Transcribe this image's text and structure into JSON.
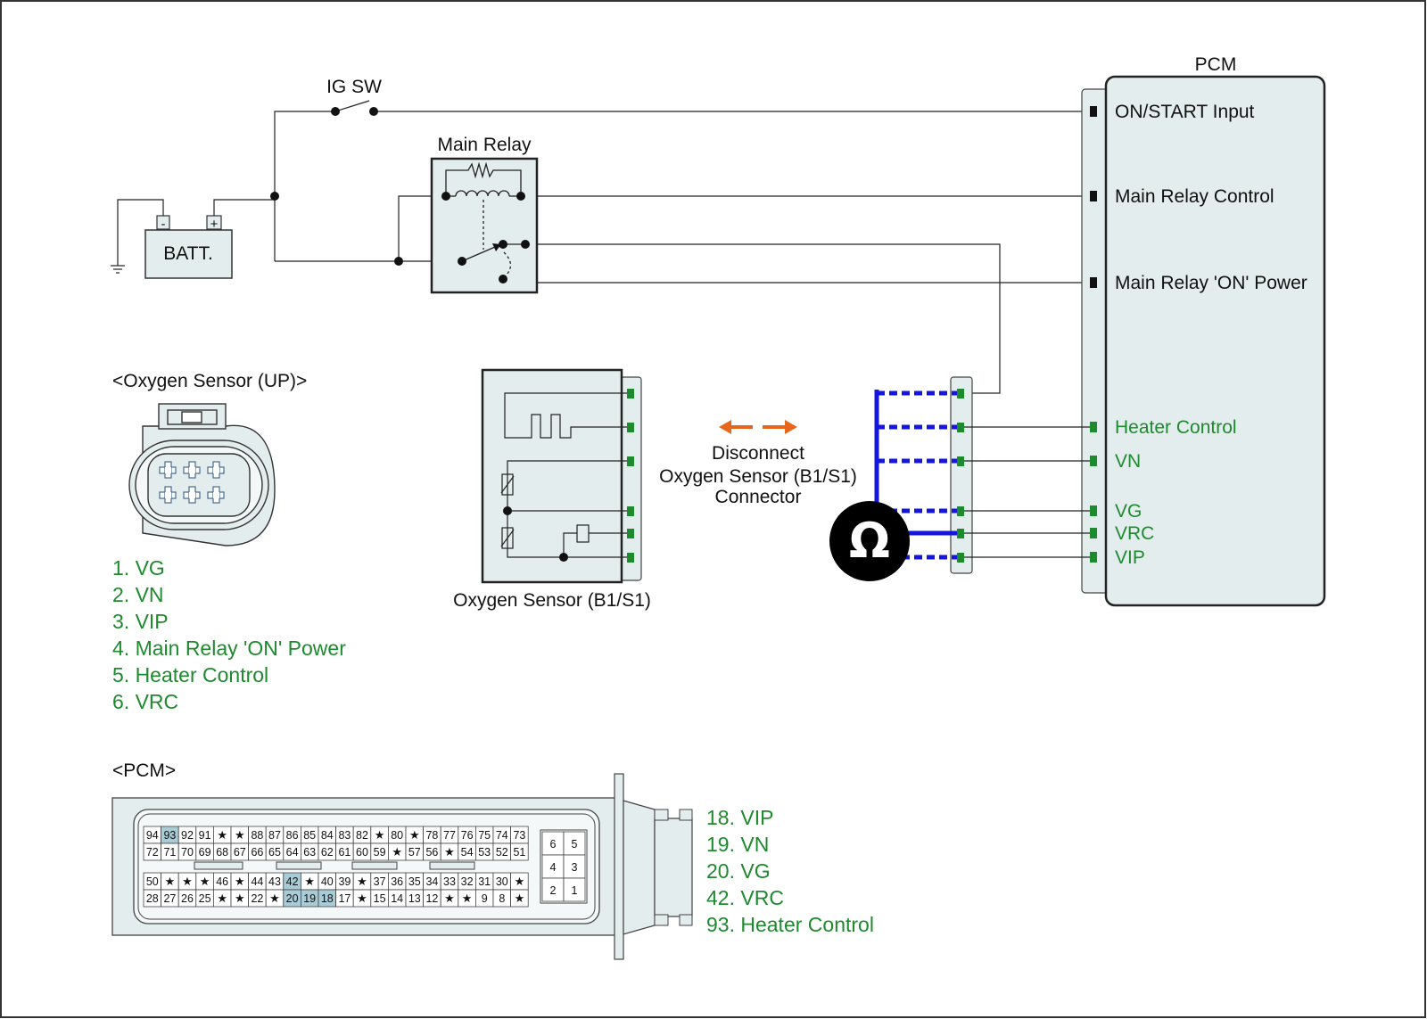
{
  "labels": {
    "ig_sw": "IG SW",
    "main_relay": "Main Relay",
    "batt": "BATT.",
    "batt_minus": "-",
    "batt_plus": "+",
    "pcm_title": "PCM",
    "o2_up_title": "<Oxygen Sensor (UP)>",
    "o2_b1s1": "Oxygen Sensor (B1/S1)",
    "disconnect_1": "Disconnect",
    "disconnect_2": "Oxygen Sensor (B1/S1)",
    "disconnect_3": "Connector",
    "pcm_conn_title": "<PCM>",
    "ohm": "Ω"
  },
  "pcm_terminals": [
    {
      "label": "ON/START Input",
      "color": "#111111"
    },
    {
      "label": "Main Relay Control",
      "color": "#111111"
    },
    {
      "label": "Main Relay 'ON' Power",
      "color": "#111111"
    },
    {
      "label": "Heater Control",
      "color": "#1e8a2e"
    },
    {
      "label": "VN",
      "color": "#1e8a2e"
    },
    {
      "label": "VG",
      "color": "#1e8a2e"
    },
    {
      "label": "VRC",
      "color": "#1e8a2e"
    },
    {
      "label": "VIP",
      "color": "#1e8a2e"
    }
  ],
  "o2_pins": [
    "1. VG",
    "2. VN",
    "3. VIP",
    "4. Main Relay 'ON' Power",
    "5. Heater Control",
    "6. VRC"
  ],
  "pcm_pins": [
    "18. VIP",
    "19. VN",
    "20. VG",
    "42. VRC",
    "93. Heater Control"
  ],
  "pcm_connector": {
    "row1": [
      "94",
      "93",
      "92",
      "91",
      "★",
      "★",
      "88",
      "87",
      "86",
      "85",
      "84",
      "83",
      "82",
      "★",
      "80",
      "★",
      "78",
      "77",
      "76",
      "75",
      "74",
      "73"
    ],
    "row2": [
      "72",
      "71",
      "70",
      "69",
      "68",
      "67",
      "66",
      "65",
      "64",
      "63",
      "62",
      "61",
      "60",
      "59",
      "★",
      "57",
      "56",
      "★",
      "54",
      "53",
      "52",
      "51"
    ],
    "row3": [
      "50",
      "★",
      "★",
      "★",
      "46",
      "★",
      "44",
      "43",
      "42",
      "★",
      "40",
      "39",
      "★",
      "37",
      "36",
      "35",
      "34",
      "33",
      "32",
      "31",
      "30",
      "★"
    ],
    "row4": [
      "28",
      "27",
      "26",
      "25",
      "★",
      "★",
      "22",
      "★",
      "20",
      "19",
      "18",
      "17",
      "★",
      "15",
      "14",
      "13",
      "12",
      "★",
      "★",
      "9",
      "8",
      "★"
    ],
    "small": [
      "6",
      "5",
      "4",
      "3",
      "2",
      "1"
    ],
    "highlighted": [
      "93",
      "42",
      "20",
      "19",
      "18"
    ]
  },
  "colors": {
    "wire": "#222222",
    "probe": "#1515e0",
    "arrow": "#e8661c",
    "terminal_green": "#1e8a2e",
    "panel_fill": "#e3eded",
    "highlight": "#a9cbd6"
  }
}
